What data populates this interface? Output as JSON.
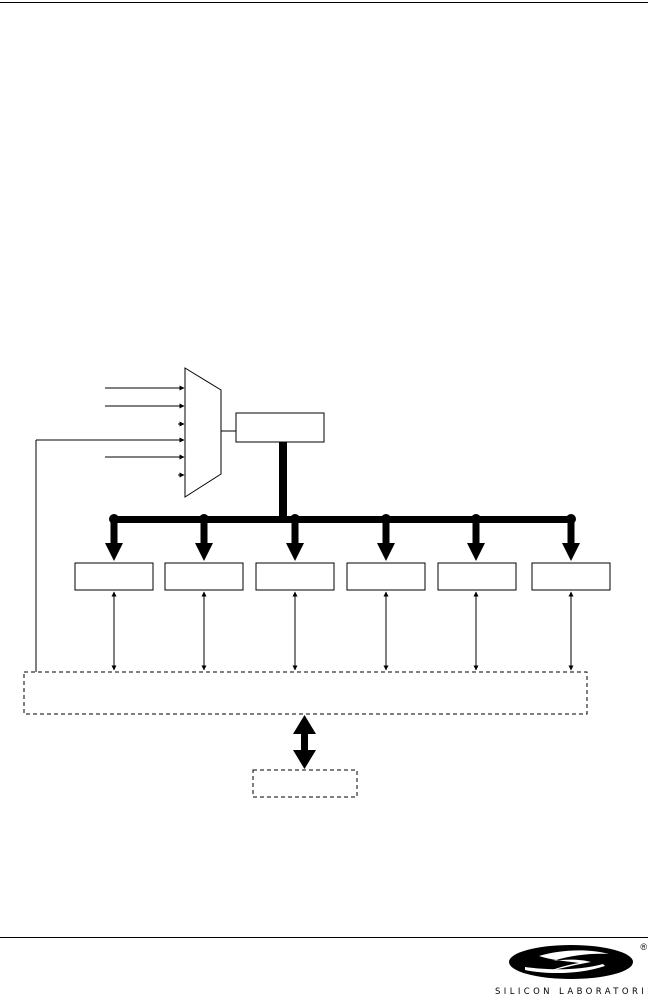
{
  "diagram": {
    "mux_input_count": 6,
    "module_count": 6
  },
  "footer": {
    "logo_text": "SILICON LABORATORIES",
    "trademark": "®"
  }
}
